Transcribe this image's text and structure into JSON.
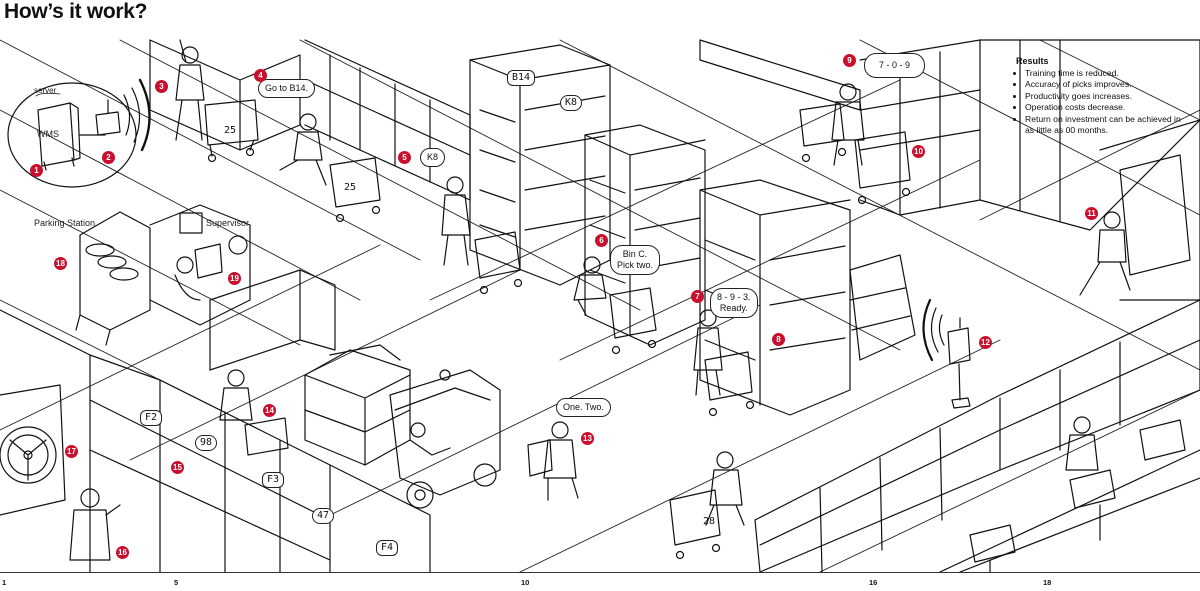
{
  "title": "How’s it work?",
  "server_label": "server",
  "wms_label": "WMS",
  "parking_station_label": "Parking Station",
  "supervisor_label": "Supervisor",
  "markers": [
    "1",
    "2",
    "3",
    "4",
    "5",
    "6",
    "7",
    "8",
    "9",
    "10",
    "11",
    "12",
    "13",
    "14",
    "15",
    "16",
    "17",
    "18",
    "19"
  ],
  "bubbles": {
    "b4": "Go to B14.",
    "b5": "K8",
    "b6": "Bin C.\nPick two.",
    "b7": "8 - 9 - 3.\nReady.",
    "b9": "7 - 0 - 9",
    "b13": "One. Two."
  },
  "rack_labels": {
    "b14": "B14",
    "k8": "K8",
    "f2": "F2",
    "f3": "F3",
    "f4": "F4",
    "n98": "98",
    "n47": "47",
    "cart25a": "25",
    "cart25b": "25",
    "cart28": "28"
  },
  "results": {
    "title": "Results",
    "items": [
      "Training time is reduced.",
      "Accuracy of picks improves.",
      "Productivity goes increases.",
      "Operation costs decrease.",
      "Return on investment can be achieved in as little as 00 months."
    ]
  },
  "page_numbers": [
    "1",
    "5",
    "10",
    "16",
    "18"
  ],
  "colors": {
    "accent": "#c8102e",
    "ink": "#111111",
    "stipple": "#555555"
  }
}
